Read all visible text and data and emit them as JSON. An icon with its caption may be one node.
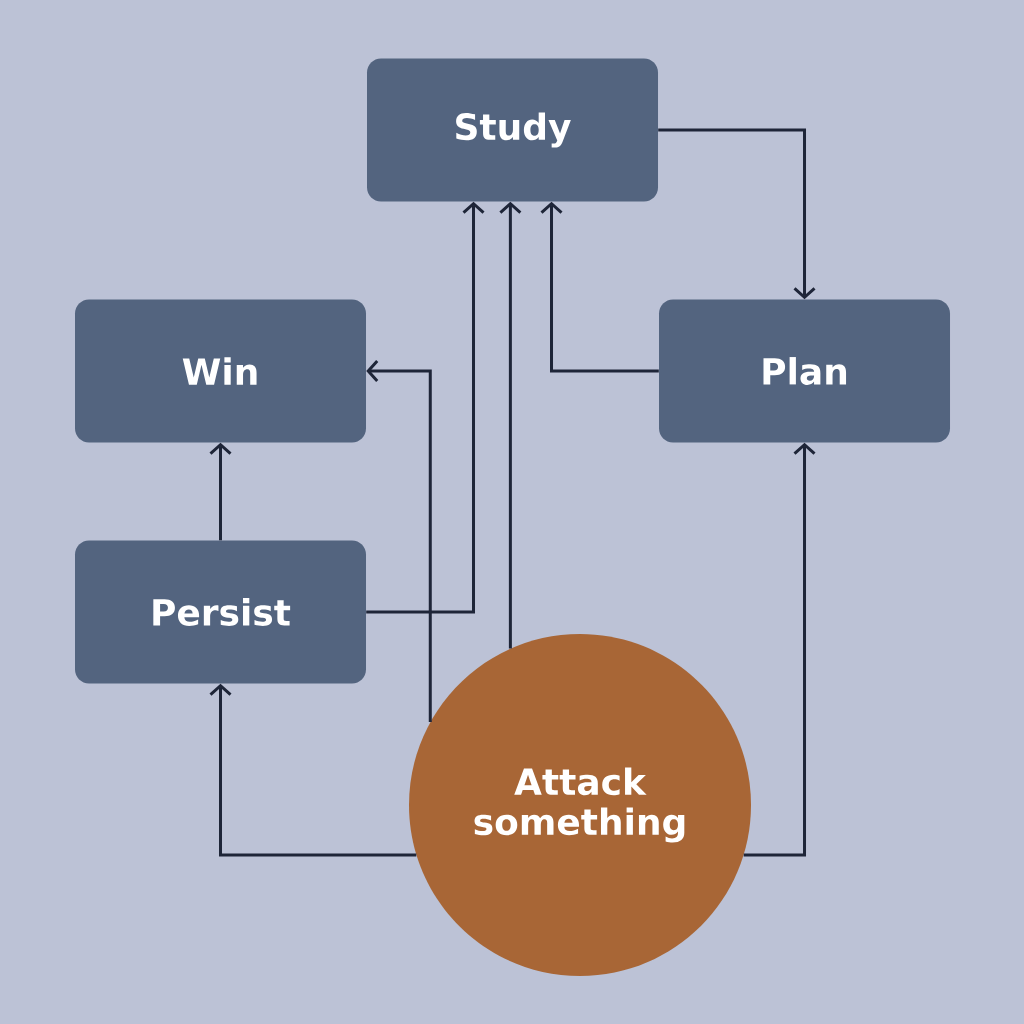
{
  "diagram": {
    "nodes": [
      {
        "text": [
          "Study"
        ]
      },
      {
        "text": [
          "Win"
        ]
      },
      {
        "text": [
          "Plan"
        ]
      },
      {
        "text": [
          "Persist"
        ]
      },
      {
        "text": [
          "Attack something"
        ]
      }
    ],
    "edges": [
      {
        "from": 0,
        "to": 2,
        "arrow": "to"
      },
      {
        "from": 2,
        "to": 0,
        "arrow": "to"
      },
      {
        "from": 3,
        "to": 1,
        "arrow": "to"
      },
      {
        "from": 3,
        "to": 0,
        "arrow": "to"
      },
      {
        "from": 4,
        "to": 0,
        "arrow": "to"
      },
      {
        "from": 4,
        "to": 1,
        "arrow": "to"
      },
      {
        "from": 4,
        "to": 3,
        "arrow": "to"
      },
      {
        "from": 4,
        "to": 2,
        "arrow": "to"
      }
    ]
  }
}
